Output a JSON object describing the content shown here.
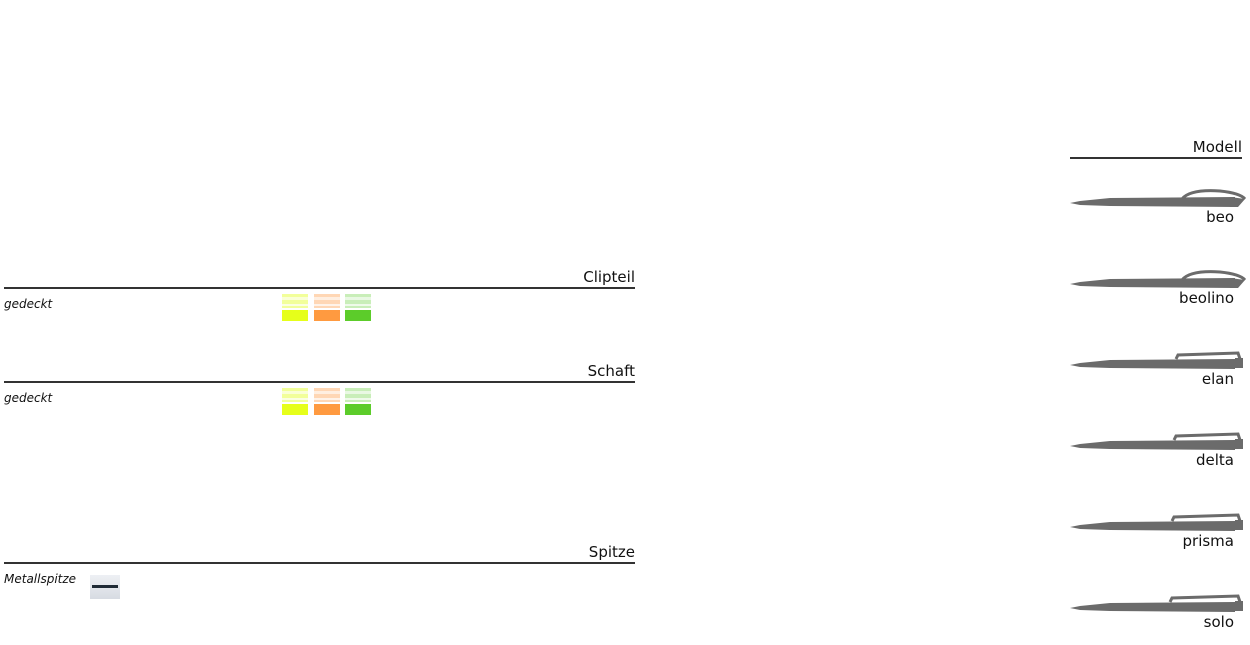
{
  "sections": [
    {
      "title": "Clipteil",
      "option": "gedeckt",
      "swatches": [
        {
          "light": "#f2ff9a",
          "solid": "#e6ff1a"
        },
        {
          "light": "#ffd7b5",
          "solid": "#ff9a40"
        },
        {
          "light": "#c9eeb9",
          "solid": "#5ccc2a"
        }
      ]
    },
    {
      "title": "Schaft",
      "option": "gedeckt",
      "swatches": [
        {
          "light": "#f2ff9a",
          "solid": "#e6ff1a"
        },
        {
          "light": "#ffd7b5",
          "solid": "#ff9a40"
        },
        {
          "light": "#c9eeb9",
          "solid": "#5ccc2a"
        }
      ]
    },
    {
      "title": "Spitze",
      "option": "Metallspitze"
    }
  ],
  "models": {
    "title": "Modell",
    "items": [
      "beo",
      "beolino",
      "elan",
      "delta",
      "prisma",
      "solo"
    ]
  },
  "pen_color": "#6b6b6b"
}
